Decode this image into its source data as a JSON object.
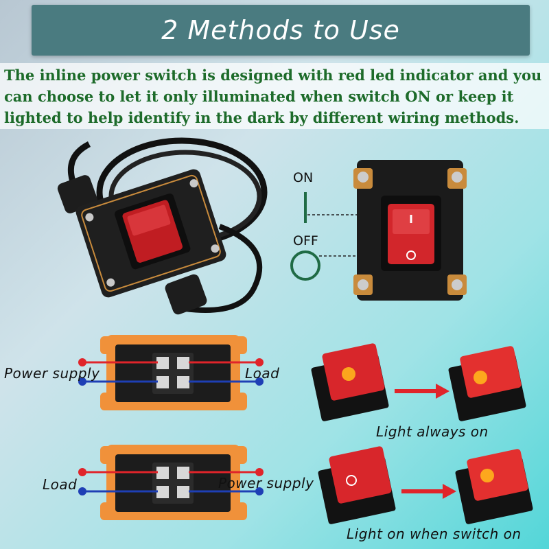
{
  "title": "2 Methods to Use",
  "description": "The inline power switch is designed with red led indicator and you can choose to let it only illuminated when switch ON or keep it lighted to help identify in the dark by different wiring methods.",
  "switch_states": {
    "on": "ON",
    "off": "OFF"
  },
  "wiring_1": {
    "left_label": "Power supply",
    "right_label": "Load",
    "result": "Light always on"
  },
  "wiring_2": {
    "left_label": "Load",
    "right_label": "Power supply",
    "result": "Light on when switch on"
  },
  "colors": {
    "banner": "#4a7b80",
    "description_text": "#1d6b2a",
    "positive_wire": "#e0242a",
    "negative_wire": "#1e3fb5",
    "switch_red": "#d8262b",
    "housing_orange": "#f0913a"
  }
}
